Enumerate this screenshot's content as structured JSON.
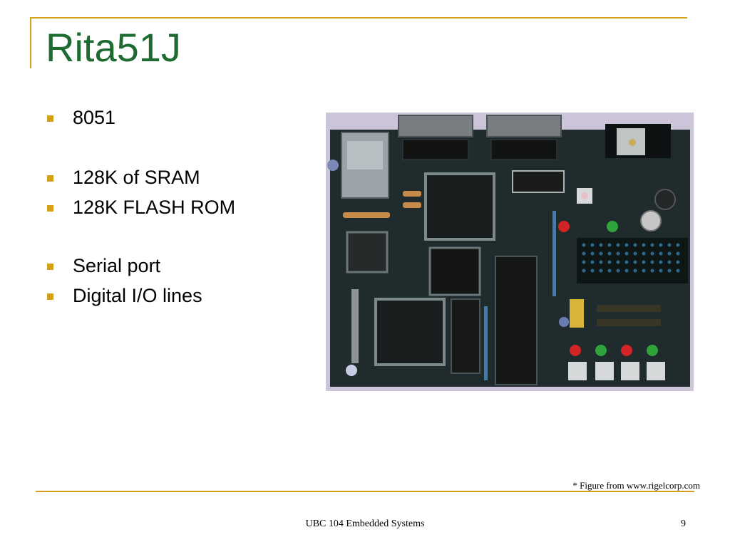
{
  "slide": {
    "title": "Rita51J",
    "bullets": [
      "8051",
      "128K of SRAM",
      "128K FLASH ROM",
      "Serial port",
      "Digital I/O lines"
    ],
    "figure_source": "* Figure from www.rigelcorp.com",
    "footer": "UBC 104 Embedded Systems",
    "page_number": "9"
  },
  "colors": {
    "accent": "#d4a017",
    "title": "#1e6b32",
    "board": "#1e2a2a"
  }
}
